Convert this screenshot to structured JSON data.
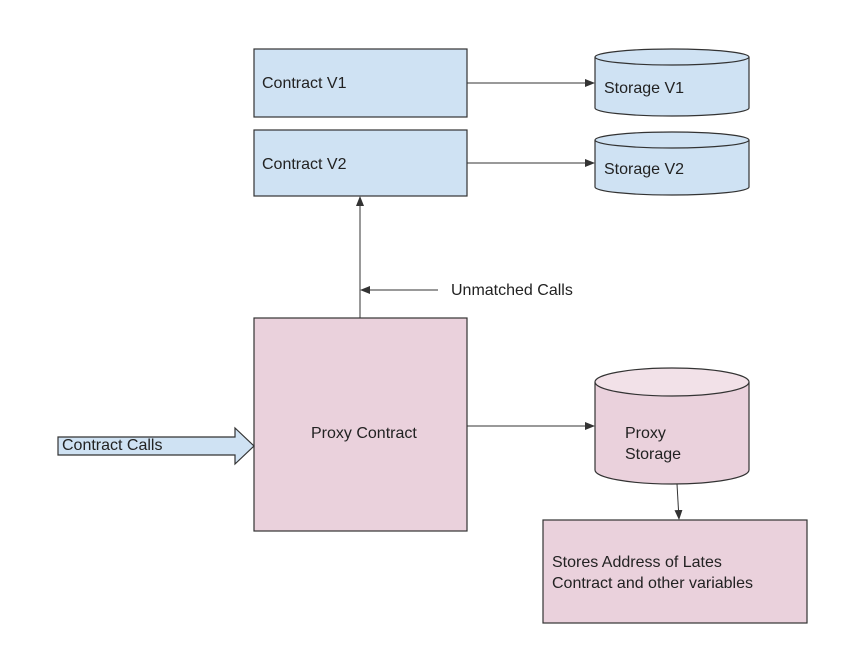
{
  "colors": {
    "blue_fill": "#cfe2f3",
    "pink_fill": "#ead1dc",
    "outline": "#333333",
    "arrow": "#333333"
  },
  "nodes": {
    "contract_v1": "Contract V1",
    "contract_v2": "Contract V2",
    "storage_v1": "Storage V1",
    "storage_v2": "Storage V2",
    "proxy_contract": "Proxy Contract",
    "proxy_storage_line1": "Proxy",
    "proxy_storage_line2": "Storage",
    "stores_note_line1": "Stores Address of Lates",
    "stores_note_line2": "Contract and other variables"
  },
  "edges": {
    "unmatched_calls": "Unmatched Calls",
    "contract_calls": "Contract Calls"
  }
}
